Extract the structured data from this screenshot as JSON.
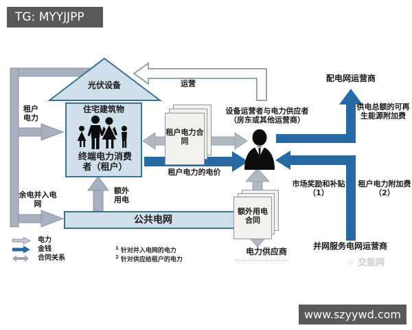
{
  "badges": {
    "tg": "TG: MYYJJPP",
    "url": "www.szyywd.com"
  },
  "nodes": {
    "pv_equipment": "光伏设备",
    "residential_building": "住宅建筑物",
    "end_consumer": "终端电力消费者（租户）",
    "public_grid": "公共电网",
    "operator_title": "设备运营者与电力供应者（房东或其他运营商）",
    "distribution_operator": "配电网运营商",
    "grid_service_operator": "并网服务电网运营商",
    "power_supplier": "电力供应商",
    "tenant_contract": "租户电力合同",
    "extra_contract": "额外用电合同"
  },
  "flows": {
    "tenant_power": "租户电力",
    "surplus_to_grid": "余电并入电网",
    "extra_use": "额外用电",
    "operation": "运营",
    "tenant_price": "租户电力的电价",
    "res_surcharge": "供电总额的可再生能源附加费",
    "market_subsidy": "市场奖励和补贴",
    "market_subsidy_ref": "（1）",
    "tenant_surcharge": "租户电力附加费",
    "tenant_surcharge_ref": "（2）"
  },
  "legend": [
    {
      "label": "电力",
      "type": "power-gray-arrow"
    },
    {
      "label": "金钱",
      "type": "money-blue-arrow"
    },
    {
      "label": "合同关系",
      "type": "contract-double-arrow"
    }
  ],
  "footnotes": [
    {
      "marker": "1",
      "text": "针对并入电网的电力"
    },
    {
      "marker": "2",
      "text": "针对供应给租户的电力"
    }
  ],
  "watermark": "交能网",
  "colors": {
    "money_blue": "#2769a4",
    "pipe_gray": "#a7b0bd",
    "box_fill": "#cfe0ea",
    "box_border": "#3a7191",
    "badge_bg": "#58595b"
  }
}
